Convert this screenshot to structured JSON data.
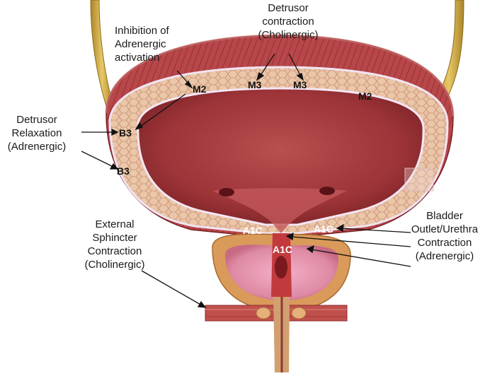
{
  "labels": {
    "detrusor_contraction": [
      "Detrusor",
      "contraction",
      "(Cholinergic)"
    ],
    "inhibition": [
      "Inhibition of",
      "Adrenergic",
      "activation"
    ],
    "detrusor_relaxation": [
      "Detrusor",
      "Relaxation",
      "(Adrenergic)"
    ],
    "bladder_outlet": [
      "Bladder",
      "Outlet/Urethra",
      "Contraction",
      "(Adrenergic)"
    ],
    "external_sphincter": [
      "External",
      "Sphincter",
      "Contraction",
      "(Cholinergic)"
    ]
  },
  "receptors": {
    "m3_left": "M3",
    "m3_right": "M3",
    "m2_left": "M2",
    "m2_right": "M2",
    "b3_upper": "B3",
    "b3_lower": "B3",
    "a1c_left": "A1C",
    "a1c_right": "A1C",
    "a1c_center": "A1C"
  },
  "colors": {
    "muscle_outer": "#b8474a",
    "muscle_dark": "#8e2a30",
    "wall_tan": "#e8bfa0",
    "lumen": "#a83a3e",
    "ureter": "#c8a33c",
    "prostate": "#d99a5a",
    "prostate_inner": "#e48aa8"
  }
}
